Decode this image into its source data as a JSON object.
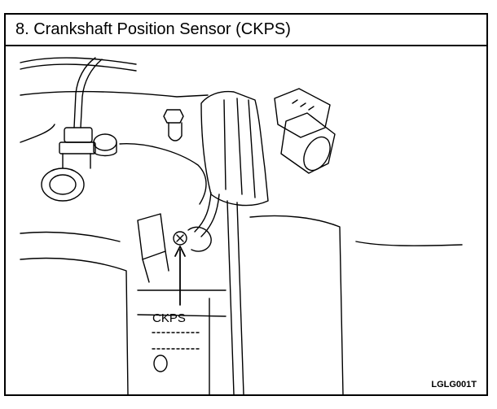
{
  "header": {
    "title": "8. Crankshaft Position Sensor (CKPS)"
  },
  "figure": {
    "callout_label": "CKPS",
    "figure_code": "LGLG001T"
  }
}
